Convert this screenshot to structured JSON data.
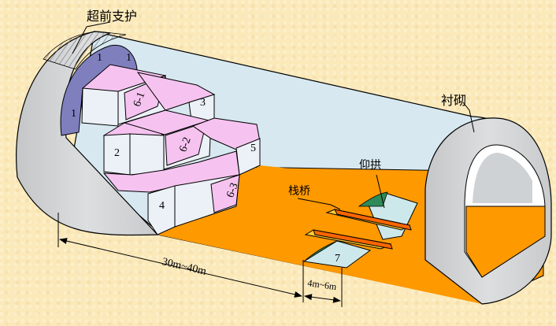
{
  "labels": {
    "advance_support": "超前支护",
    "lining": "衬砌",
    "invert": "仰拱",
    "trestle": "栈桥",
    "dist_long": "30m~40m",
    "dist_short": "4m~6m"
  },
  "sections": {
    "s1_top": "1",
    "s1_right": "1",
    "s1_left": "1",
    "s2": "2",
    "s3": "3",
    "s4": "4",
    "s5": "5",
    "s6_1": "6-1",
    "s6_2": "6-2",
    "s6_3": "6-3",
    "s7": "7"
  },
  "colors": {
    "background": "#fbe9b9",
    "tunnel_shell": "#d0d2d4",
    "tunnel_inner": "#d7e8f0",
    "floor": "#ff9900",
    "block_top": "#f6c3f0",
    "block_side": "#ecf0f7",
    "arch_section": "#7f7fbe",
    "invert_fill": "#cde8ea",
    "invert_green": "#2e8b57",
    "trestle_top": "#ffcc33",
    "trestle_side": "#ff6600"
  }
}
